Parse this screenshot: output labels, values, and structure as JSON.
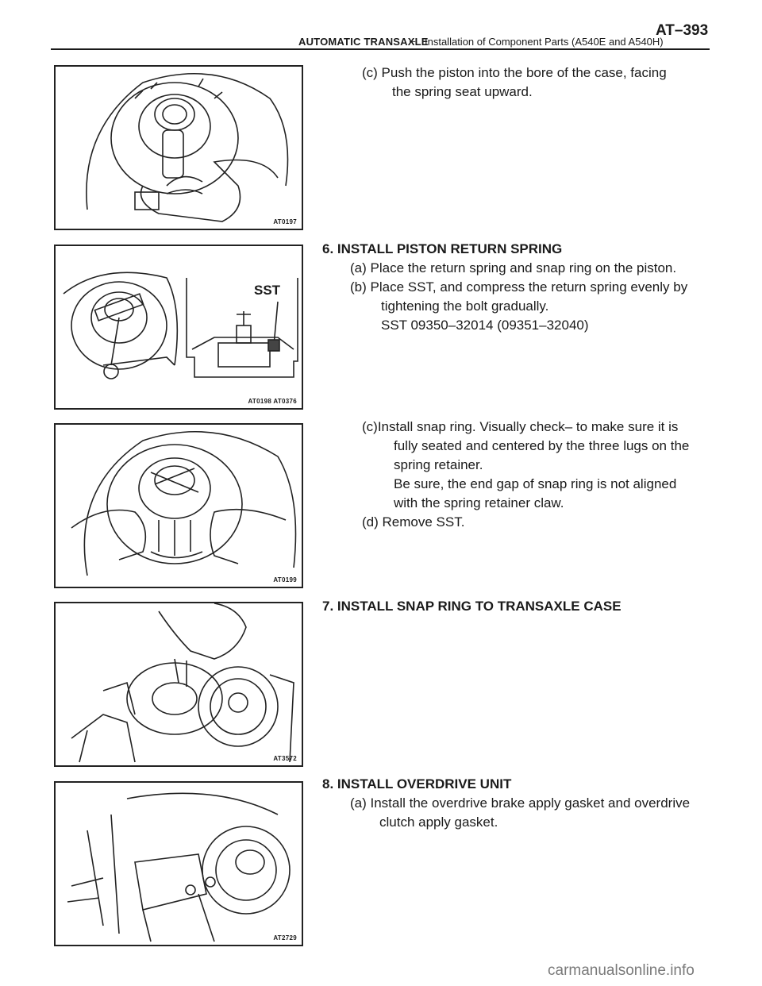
{
  "header": {
    "section": "AUTOMATIC TRANSAXLE",
    "dash": "–",
    "subsection": "Installation of Component Parts (A540E and A540H)",
    "page": "AT–393"
  },
  "figures": [
    {
      "code": "AT0197"
    },
    {
      "code": "AT0198  AT0376",
      "label": "SST"
    },
    {
      "code": "AT0199"
    },
    {
      "code": "AT3572"
    },
    {
      "code": "AT2729"
    }
  ],
  "steps": {
    "step5_c": [
      "(c) Push the piston into the bore of the case, facing",
      "the spring seat upward."
    ],
    "step6": {
      "heading": "6. INSTALL PISTON RETURN SPRING",
      "a": "(a) Place the return spring and snap ring on the piston.",
      "b": [
        "(b) Place SST, and compress the return spring evenly by",
        "tightening the bolt gradually.",
        "SST  09350–32014  (09351–32040)"
      ],
      "c": [
        "(c)Install snap ring. Visually check– to make sure it is",
        "fully seated and centered by the three lugs on the",
        "spring  retainer.",
        "Be sure, the end gap of snap ring is not aligned",
        "with the spring retainer claw."
      ],
      "d": "(d) Remove SST."
    },
    "step7": {
      "heading": "7. INSTALL SNAP RING TO TRANSAXLE CASE"
    },
    "step8": {
      "heading": "8. INSTALL OVERDRIVE UNIT",
      "a": [
        "(a) Install the overdrive brake apply gasket and overdrive",
        "clutch apply gasket."
      ]
    }
  },
  "watermark": "carmanualsonline.info"
}
